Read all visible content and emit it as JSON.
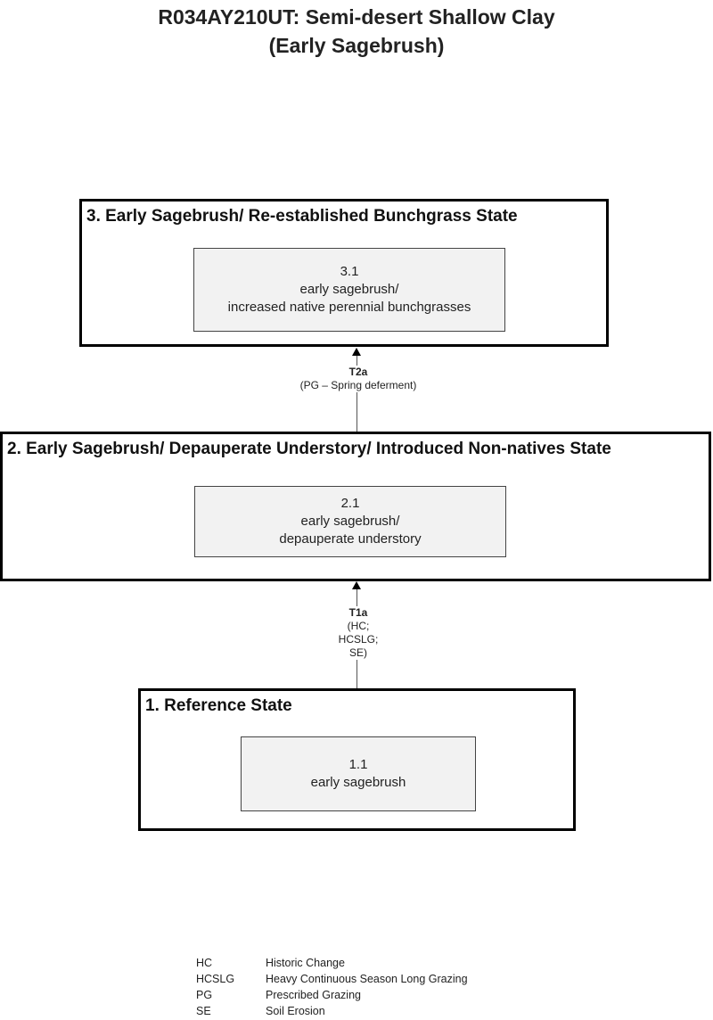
{
  "title": {
    "line1": "R034AY210UT: Semi-desert Shallow Clay",
    "line2": "(Early Sagebrush)"
  },
  "states": [
    {
      "title": "3. Early Sagebrush/ Re-established Bunchgrass State",
      "community": {
        "id": "3.1",
        "line1": "early sagebrush/",
        "line2": "increased native perennial bunchgrasses"
      }
    },
    {
      "title": "2. Early Sagebrush/ Depauperate Understory/ Introduced Non-natives State",
      "community": {
        "id": "2.1",
        "line1": "early sagebrush/",
        "line2": "depauperate understory"
      }
    },
    {
      "title": "1. Reference State",
      "community": {
        "id": "1.1",
        "line1": "early sagebrush"
      }
    }
  ],
  "transitions": [
    {
      "code": "T2a",
      "lines": [
        "(PG – Spring deferment)"
      ]
    },
    {
      "code": "T1a",
      "lines": [
        "(HC;",
        "HCSLG;",
        "SE)"
      ]
    }
  ],
  "legend": [
    {
      "abbr": "HC",
      "meaning": "Historic Change"
    },
    {
      "abbr": "HCSLG",
      "meaning": "Heavy Continuous Season Long Grazing"
    },
    {
      "abbr": "PG",
      "meaning": "Prescribed Grazing"
    },
    {
      "abbr": "SE",
      "meaning": "Soil Erosion"
    }
  ]
}
